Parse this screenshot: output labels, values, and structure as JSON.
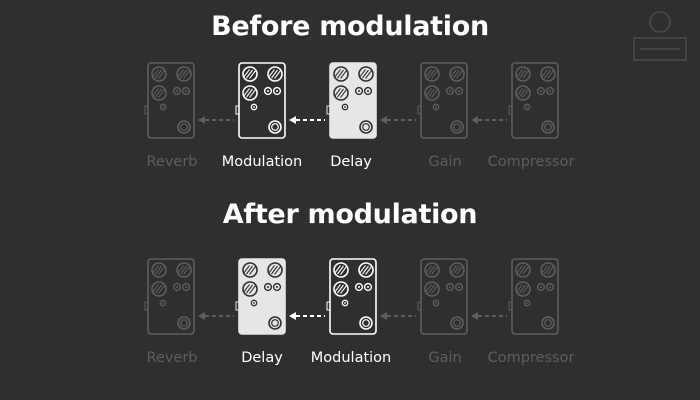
{
  "sections": [
    {
      "title": "Before modulation",
      "pedals": [
        {
          "label": "Reverb",
          "state": "dim"
        },
        {
          "label": "Modulation",
          "state": "outline"
        },
        {
          "label": "Delay",
          "state": "filled"
        },
        {
          "label": "Gain",
          "state": "dim"
        },
        {
          "label": "Compressor",
          "state": "dim"
        }
      ],
      "arrows": [
        "dim",
        "lit",
        "dim",
        "dim"
      ]
    },
    {
      "title": "After modulation",
      "pedals": [
        {
          "label": "Reverb",
          "state": "dim"
        },
        {
          "label": "Delay",
          "state": "filled"
        },
        {
          "label": "Modulation",
          "state": "outline"
        },
        {
          "label": "Gain",
          "state": "dim"
        },
        {
          "label": "Compressor",
          "state": "dim"
        }
      ],
      "arrows": [
        "dim",
        "lit",
        "dim",
        "dim"
      ]
    }
  ],
  "colors": {
    "background": "#2f2f2f",
    "lit": "#ffffff",
    "dim": "#5e5e5e",
    "filled_body": "#e6e6e6",
    "filled_line": "#2f2f2f"
  },
  "icons": {
    "pedal": "guitar-pedal-icon",
    "arrow": "dashed-arrow-left-icon",
    "watermark": "logo-watermark-icon"
  }
}
